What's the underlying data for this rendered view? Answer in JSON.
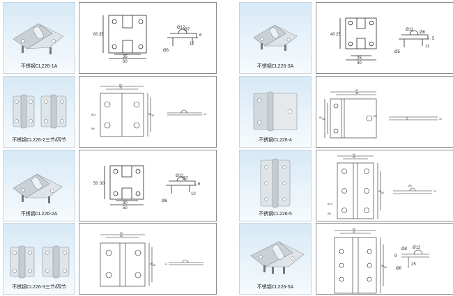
{
  "products": [
    {
      "label": "不锈钢CL226-1A",
      "dims": {
        "w_inner": "35",
        "w_outer": "60",
        "h_outer": "60",
        "h_inner": "35",
        "hole_big": "Ø12",
        "hole_small": "Ø7",
        "thick": "6",
        "pin_len": "12",
        "pin_dia": "Ø6"
      }
    },
    {
      "label": "不锈钢CL226-2三节/四节",
      "dims": {
        "w_outer": "60",
        "w_inner": "36",
        "h_outer": "60",
        "h_inner": "36",
        "hole_big": "Ø13",
        "hole_small": "Ø6",
        "thick": "12"
      }
    },
    {
      "label": "不锈钢CL226-2A",
      "dims": {
        "w_inner": "30",
        "w_outer": "50",
        "h_outer": "50",
        "h_inner": "30",
        "hole_big": "Ø12",
        "hole_small": "Ø7",
        "thick": "6",
        "pin_len": "10",
        "pin_dia": "Ø6"
      }
    },
    {
      "label": "不锈钢CL226-3三节/四节",
      "dims": {
        "w_outer": "60",
        "w_inner": "36",
        "h_outer": "60",
        "h_inner": "36",
        "thick": "12"
      }
    },
    {
      "label": "不锈钢CL226-3A",
      "dims": {
        "w_inner": "25",
        "w_outer": "40",
        "h_outer": "40",
        "h_inner": "25",
        "hole_big": "Ø11",
        "hole_small": "Ø6",
        "thick": "5",
        "pin_len": "11",
        "pin_dia": "Ø5"
      }
    },
    {
      "label": "不锈钢CL226-4",
      "dims": {
        "w_outer": "60",
        "w_inner": "38",
        "h_outer": "60",
        "h_inner": "36",
        "hole_small": "Ø9",
        "thick": "12"
      }
    },
    {
      "label": "不锈钢CL226-5",
      "dims": {
        "w_outer": "60",
        "w_inner": "35",
        "h_outer": "90",
        "h_inner": "60",
        "hole_big": "Ø13",
        "hole_small": "Ø6",
        "pin_dia": "Ø6",
        "thick": "12"
      }
    },
    {
      "label": "不锈钢CL226-5A",
      "dims": {
        "w_outer": "60",
        "w_inner": "35",
        "h_outer": "90",
        "h_inner": "60",
        "hole_big": "Ø12",
        "hole_small": "Ø8",
        "thick": "9",
        "pin_len": "25",
        "pin_dia": "Ø6"
      }
    }
  ],
  "colors": {
    "photo_bg_top": "#d6e9f6",
    "photo_bg_bottom": "#f6fafd",
    "frame": "#8a8a8a",
    "line": "#222222"
  }
}
